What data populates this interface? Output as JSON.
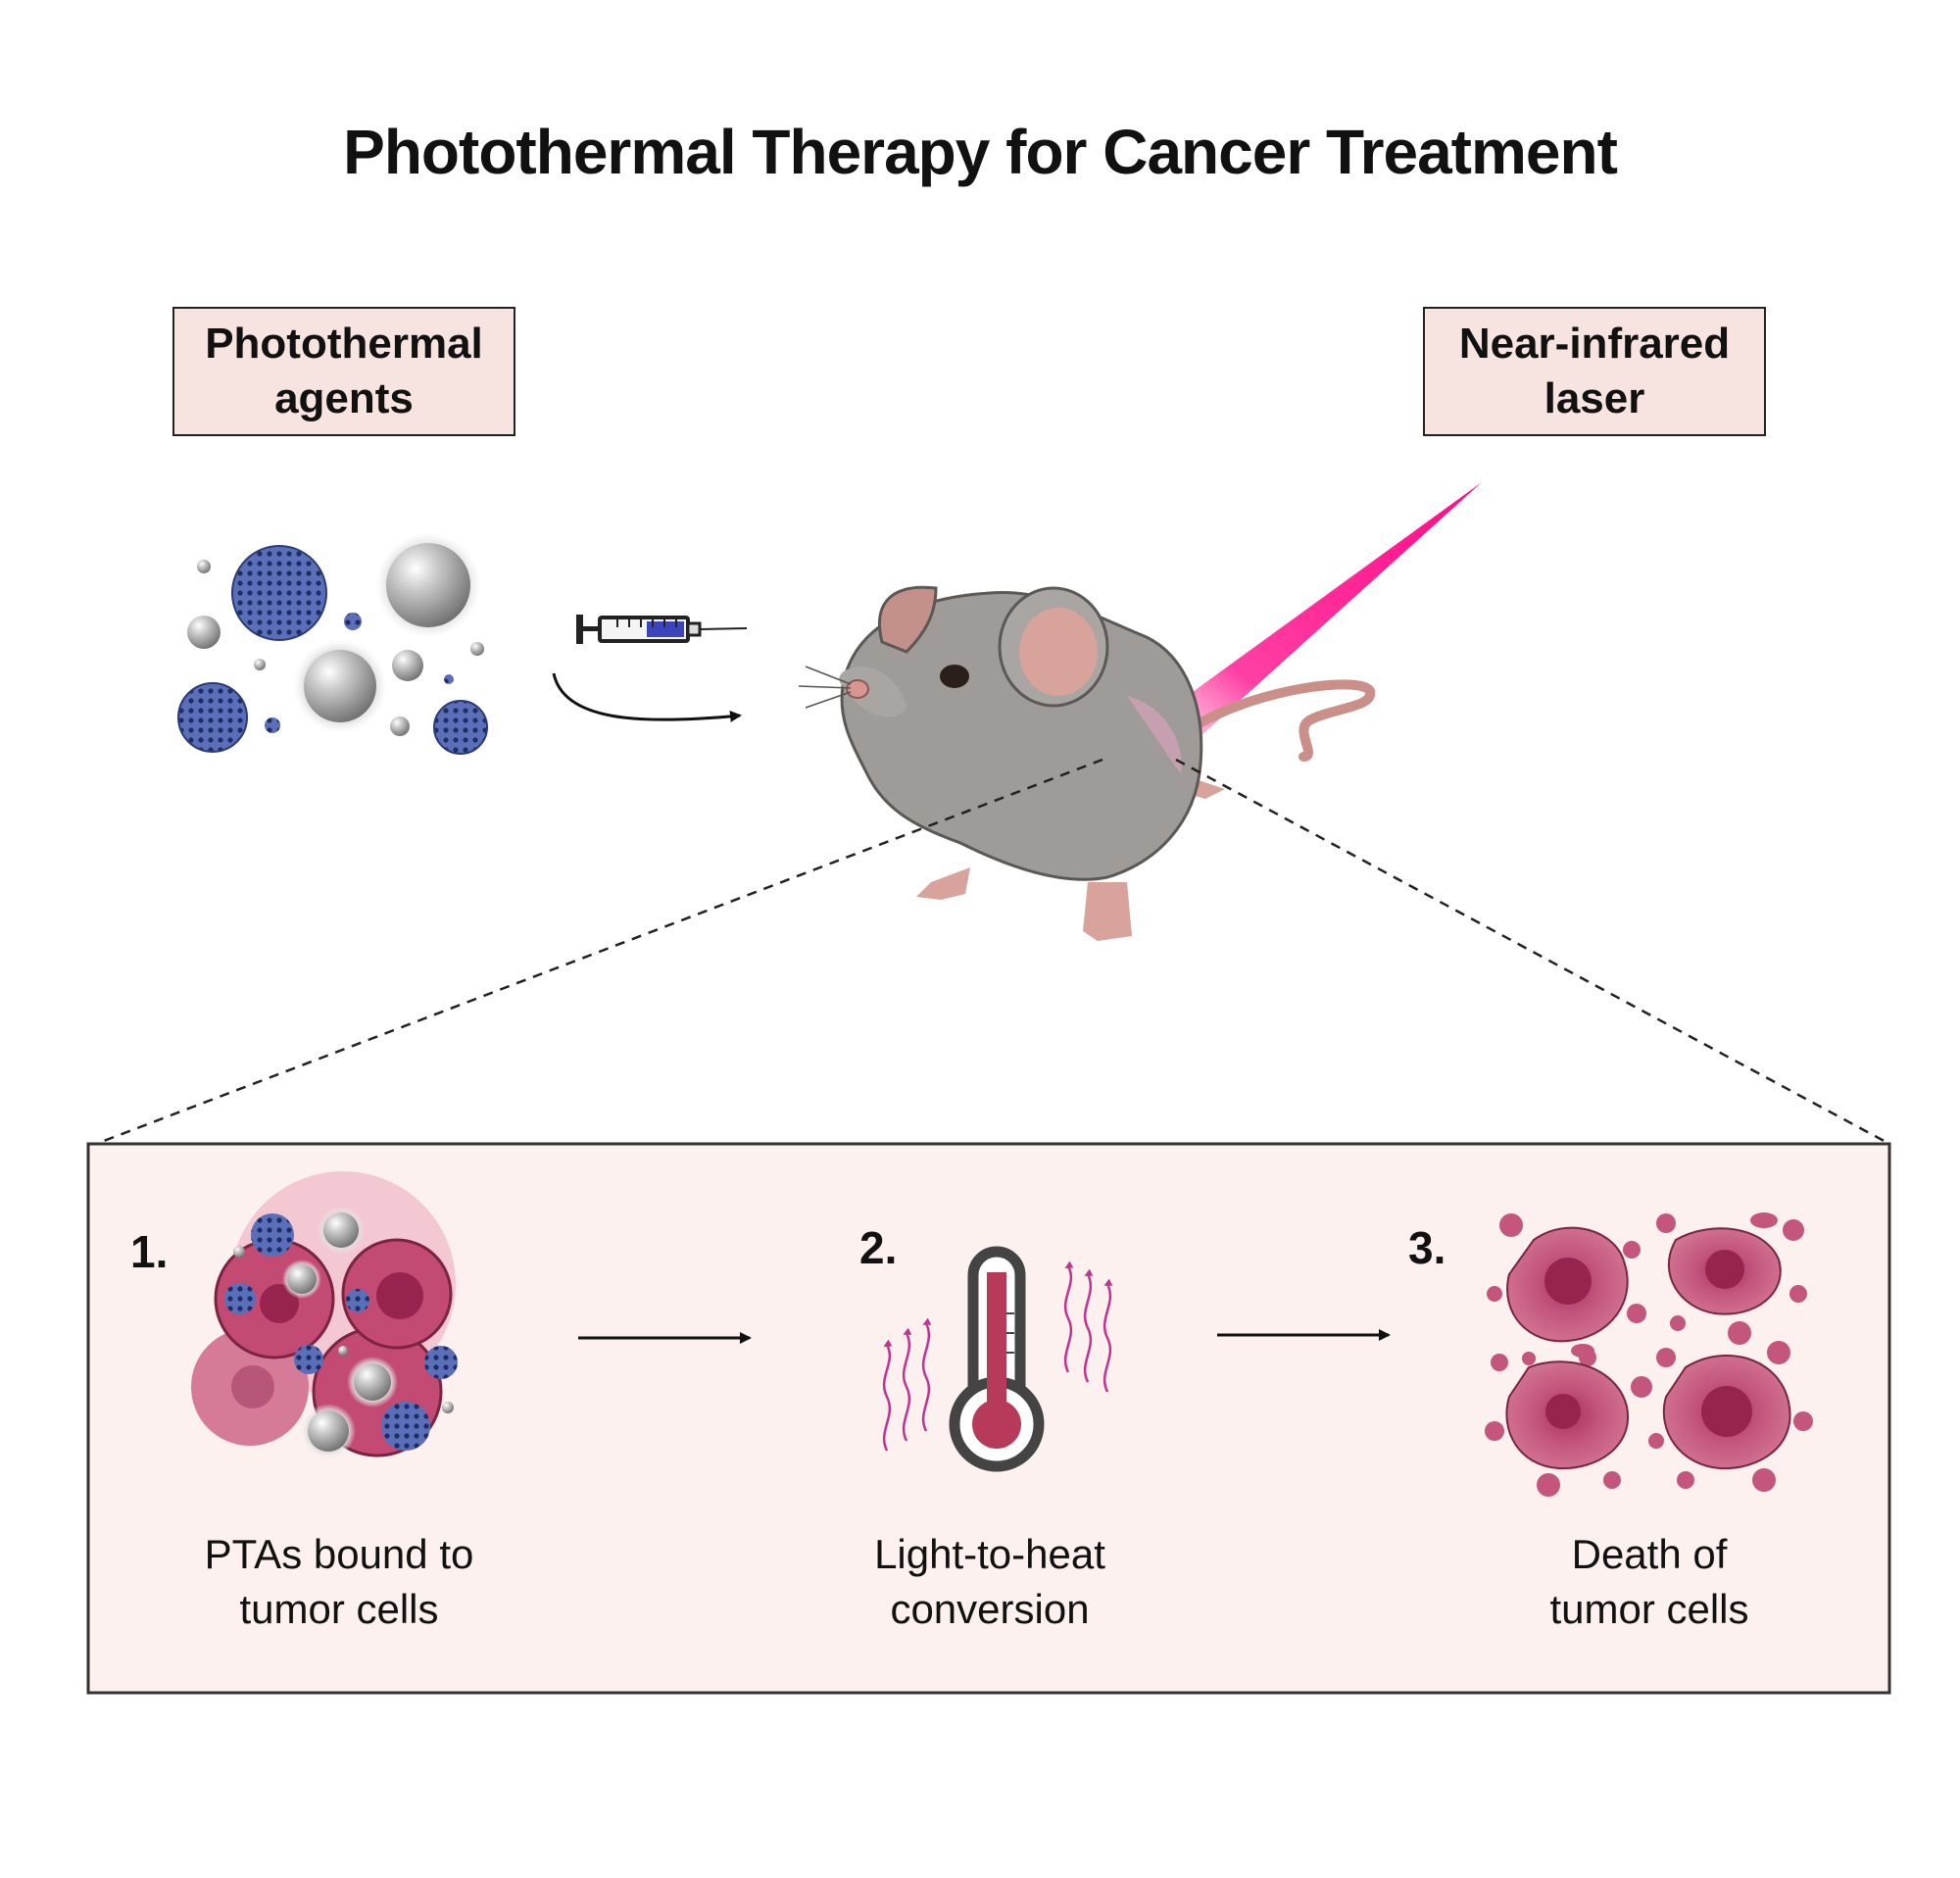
{
  "title": "Photothermal Therapy for Cancer Treatment",
  "labels": {
    "agents": "Photothermal\nagents",
    "laser": "Near-infrared\nlaser"
  },
  "steps": [
    {
      "number": "1.",
      "caption": "PTAs bound to\ntumor cells"
    },
    {
      "number": "2.",
      "caption": "Light-to-heat\nconversion"
    },
    {
      "number": "3.",
      "caption": "Death of\ntumor cells"
    }
  ],
  "colors": {
    "label_fill": "#f7e4e1",
    "panel_fill": "#fcf1ef",
    "laser": "#ff1f8f",
    "nanoparticle_blue": "#4a5ea8",
    "nanoparticle_gray": "#9b9b9b",
    "tumor_cell": "#b9436d",
    "mouse_body": "#9a9896",
    "thermometer_red": "#b73a5a"
  },
  "icons": [
    "nanoparticle-cluster",
    "syringe-icon",
    "mouse-icon",
    "laser-beam",
    "thermometer-icon",
    "heat-wave-icon",
    "tumor-cell-cluster",
    "dead-cell-cluster"
  ]
}
